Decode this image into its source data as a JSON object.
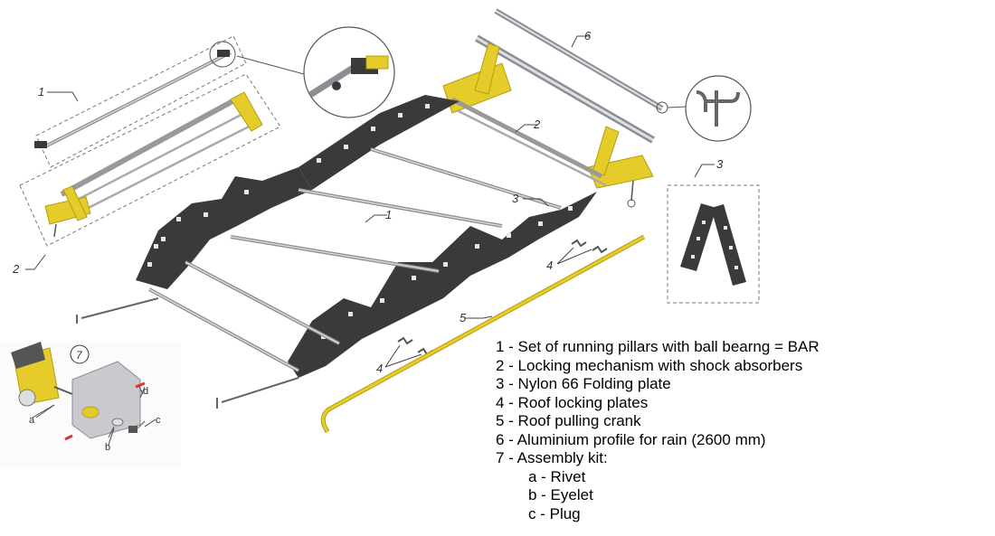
{
  "callouts": {
    "c1_left": "1",
    "c2_left": "2",
    "c6": "6",
    "c2_center": "2",
    "c1_center": "1",
    "c3_center": "3",
    "c3_detail": "3",
    "c4_right": "4",
    "c5": "5",
    "c4_left": "4",
    "c7": "7",
    "ca": "a",
    "cb": "b",
    "cc": "c",
    "cd": "d"
  },
  "legend": {
    "items": [
      "1 - Set of running pillars with ball bearng = BAR",
      "2 - Locking mechanism with shock absorbers",
      "3 - Nylon 66 Folding plate",
      "4 - Roof locking plates",
      "5 - Roof pulling crank",
      "6 - Aluminium profile for rain (2600 mm)",
      "7 - Assembly kit:"
    ],
    "sub_items": [
      "a - Rivet",
      "b - Eyelet",
      "c - Plug"
    ]
  },
  "colors": {
    "plate": "#3a3a3a",
    "plate_hole": "#e8e8e8",
    "metal": "#c9c9cf",
    "metal_dark": "#8d8d96",
    "yellow": "#e6cc2b",
    "yellow_dark": "#b59c12",
    "line": "#555555"
  }
}
